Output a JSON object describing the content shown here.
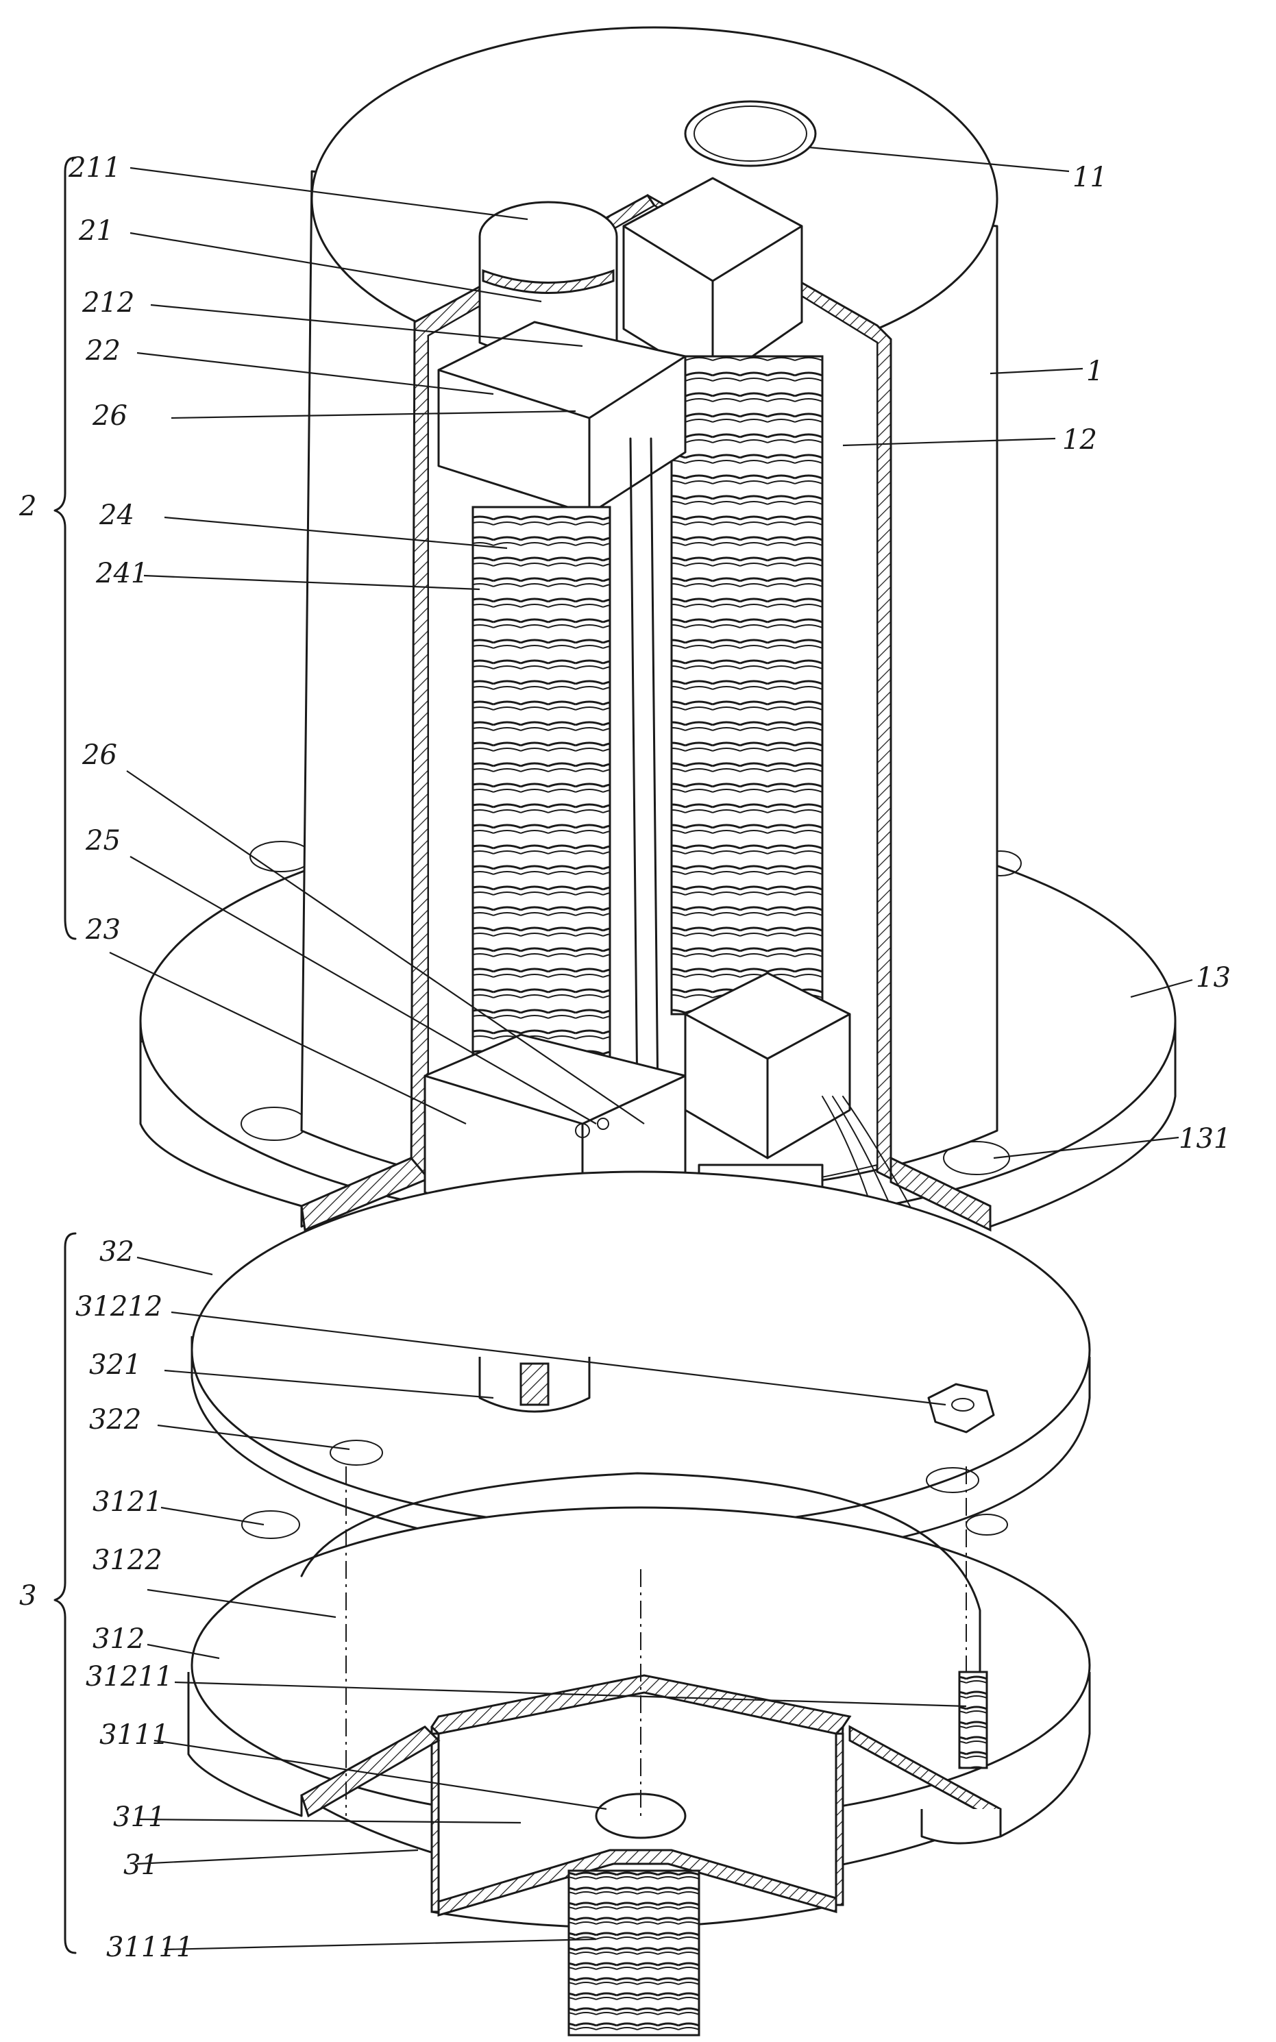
{
  "figure": {
    "groups": [
      {
        "id": "2",
        "label": "2"
      },
      {
        "id": "3",
        "label": "3"
      }
    ],
    "labels": {
      "l211": "211",
      "l21": "21",
      "l212": "212",
      "l22": "22",
      "l26a": "26",
      "l24": "24",
      "l241": "241",
      "l26b": "26",
      "l25": "25",
      "l23": "23",
      "l32": "32",
      "l31212": "31212",
      "l321": "321",
      "l322": "322",
      "l3121": "3121",
      "l3122": "3122",
      "l312": "312",
      "l31211": "31211",
      "l3111": "3111",
      "l311": "311",
      "l31": "31",
      "l31111": "31111",
      "l11": "11",
      "l1": "1",
      "l12": "12",
      "l13": "13",
      "l131": "131"
    }
  }
}
